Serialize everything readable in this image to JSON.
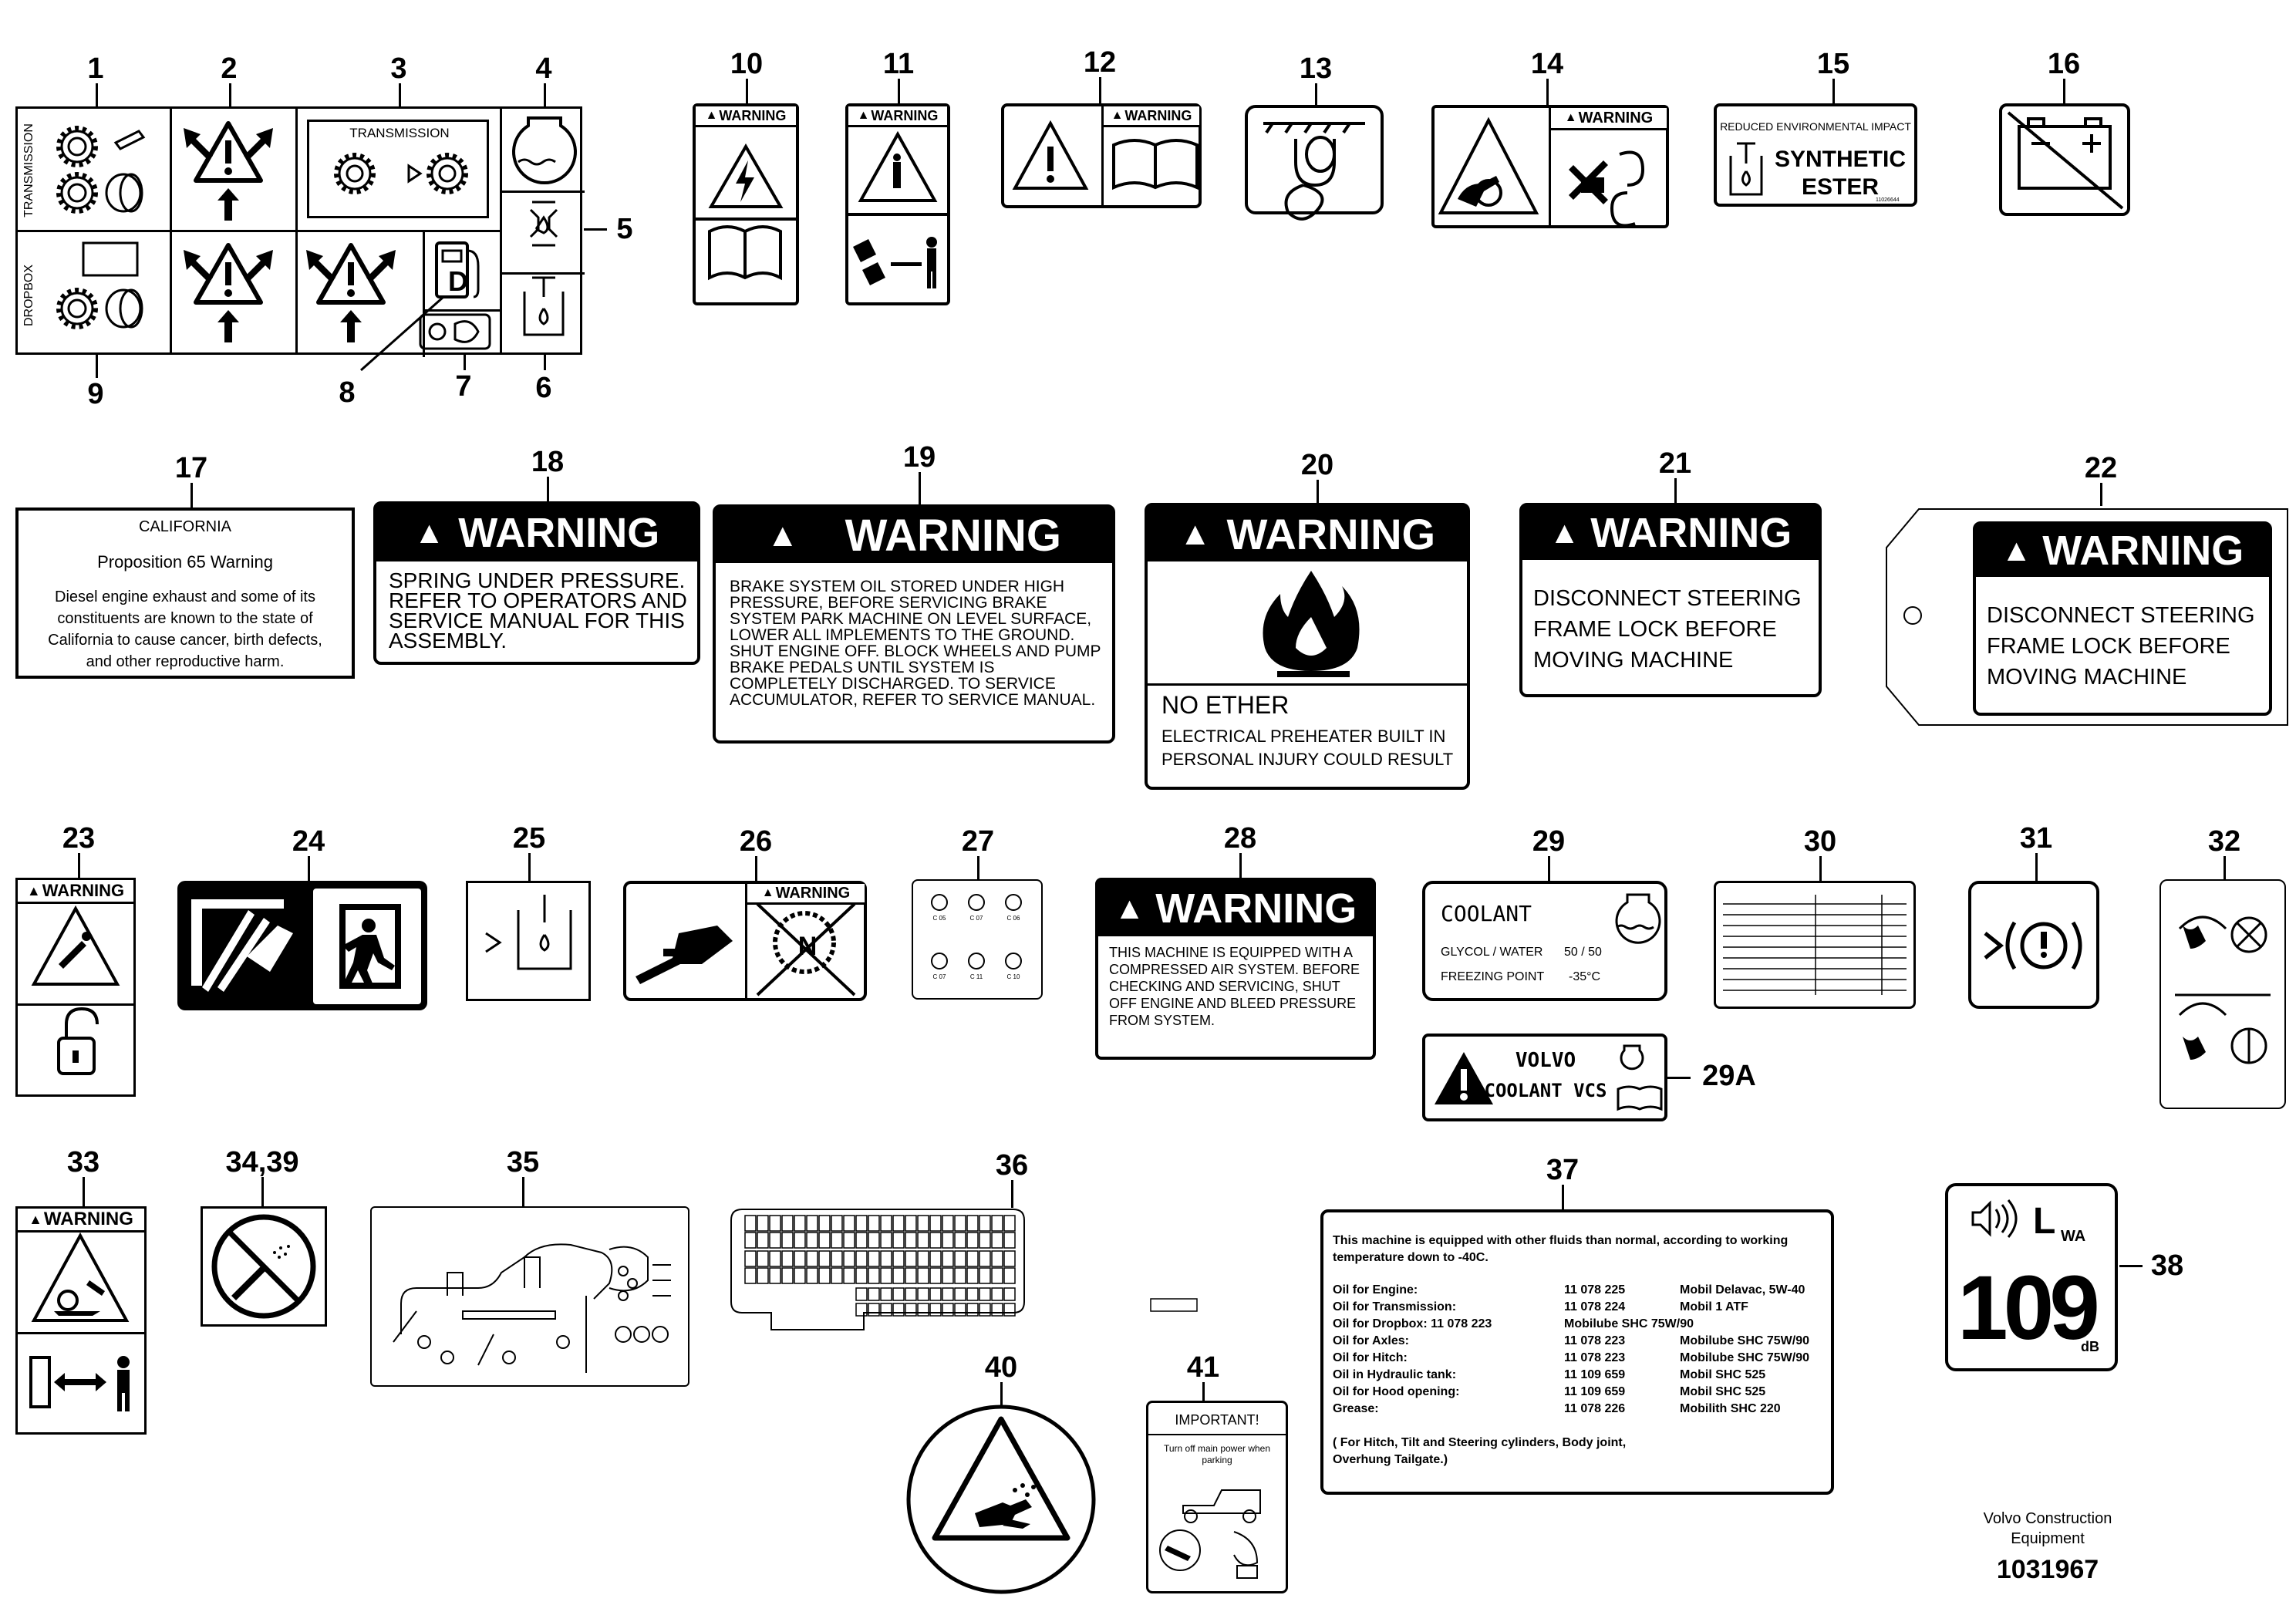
{
  "numbers": {
    "n1": "1",
    "n2": "2",
    "n3": "3",
    "n4": "4",
    "n5": "5",
    "n6": "6",
    "n7": "7",
    "n8": "8",
    "n9": "9",
    "n10": "10",
    "n11": "11",
    "n12": "12",
    "n13": "13",
    "n14": "14",
    "n15": "15",
    "n16": "16",
    "n17": "17",
    "n18": "18",
    "n19": "19",
    "n20": "20",
    "n21": "21",
    "n22": "22",
    "n23": "23",
    "n24": "24",
    "n25": "25",
    "n26": "26",
    "n27": "27",
    "n28": "28",
    "n29": "29",
    "n29a": "29A",
    "n30": "30",
    "n31": "31",
    "n32": "32",
    "n33": "33",
    "n3439": "34,39",
    "n35": "35",
    "n36": "36",
    "n37": "37",
    "n38": "38",
    "n40": "40",
    "n41": "41"
  },
  "decals": {
    "transmission_side": "TRANSMISSION",
    "dropbox_side": "DROPBOX",
    "transmission_top": "TRANSMISSION",
    "warning": "WARNING",
    "synthetic": {
      "top": "REDUCED ENVIRONMENTAL IMPACT",
      "line1": "SYNTHETIC",
      "line2": "ESTER",
      "code": "11026644"
    },
    "california": {
      "title": "CALIFORNIA",
      "subtitle": "Proposition 65 Warning",
      "body": "Diesel engine exhaust and some of its constituents are known to the state of California to cause cancer, birth defects, and other reproductive harm."
    },
    "d18": "SPRING UNDER PRESSURE. REFER TO OPERATORS AND SERVICE MANUAL FOR THIS ASSEMBLY.",
    "d19": "BRAKE SYSTEM OIL STORED UNDER HIGH PRESSURE, BEFORE SERVICING BRAKE SYSTEM PARK MACHINE ON LEVEL SURFACE, LOWER ALL IMPLEMENTS TO THE GROUND. SHUT ENGINE OFF. BLOCK WHEELS AND PUMP BRAKE PEDALS UNTIL SYSTEM IS COMPLETELY DISCHARGED. TO SERVICE ACCUMULATOR, REFER TO SERVICE MANUAL.",
    "d20_title": "NO ETHER",
    "d20_body": "ELECTRICAL PREHEATER BUILT IN PERSONAL INJURY COULD RESULT",
    "d21": "DISCONNECT STEERING FRAME LOCK BEFORE MOVING MACHINE",
    "d22": "DISCONNECT STEERING FRAME LOCK BEFORE MOVING MACHINE",
    "d28": "THIS MACHINE IS EQUIPPED WITH A COMPRESSED AIR SYSTEM. BEFORE CHECKING AND SERVICING, SHUT OFF ENGINE AND BLEED PRESSURE FROM SYSTEM.",
    "coolant": {
      "title": "COOLANT",
      "row1_label": "GLYCOL / WATER",
      "row1_value": "50 / 50",
      "row2_label": "FREEZING POINT",
      "row2_value": "-35°C"
    },
    "volvo_coolant": {
      "line1": "VOLVO",
      "line2": "COOLANT VCS"
    },
    "d37": {
      "intro": "This machine is equipped with other fluids than normal, according to working temperature down to -40C.",
      "rows": [
        {
          "label": "Oil for Engine:",
          "part": "11 078 225",
          "product": "Mobil Delavac, 5W-40"
        },
        {
          "label": "Oil for Transmission:",
          "part": "11 078 224",
          "product": "Mobil 1 ATF"
        },
        {
          "label": "Oil for Dropbox:   11 078 223",
          "part": "Mobilube SHC 75W/90",
          "product": ""
        },
        {
          "label": "Oil for Axles:",
          "part": "11 078 223",
          "product": "Mobilube SHC 75W/90"
        },
        {
          "label": "Oil for Hitch:",
          "part": "11 078 223",
          "product": "Mobilube SHC 75W/90"
        },
        {
          "label": "Oil in Hydraulic tank:",
          "part": "11 109 659",
          "product": "Mobil SHC 525"
        },
        {
          "label": "Oil for Hood opening:",
          "part": "11 109 659",
          "product": "Mobil SHC 525"
        },
        {
          "label": "Grease:",
          "part": "11 078 226",
          "product": "Mobilith SHC 220"
        }
      ],
      "footer": "( For Hitch, Tilt and Steering cylinders, Body joint, Overhung Tailgate.)"
    },
    "lwa": {
      "l": "L",
      "sub": "WA",
      "value": "109",
      "unit": "dB"
    },
    "important": {
      "title": "IMPORTANT!",
      "body": "Turn off main power when parking"
    },
    "n_letter": "N",
    "fuel_letter": "D"
  },
  "dots27": [
    "C 05",
    "C 07",
    "C 06",
    "C 07",
    "C 11",
    "C 10"
  ],
  "footer": {
    "line1": "Volvo Construction",
    "line2": "Equipment",
    "code": "1031967"
  }
}
